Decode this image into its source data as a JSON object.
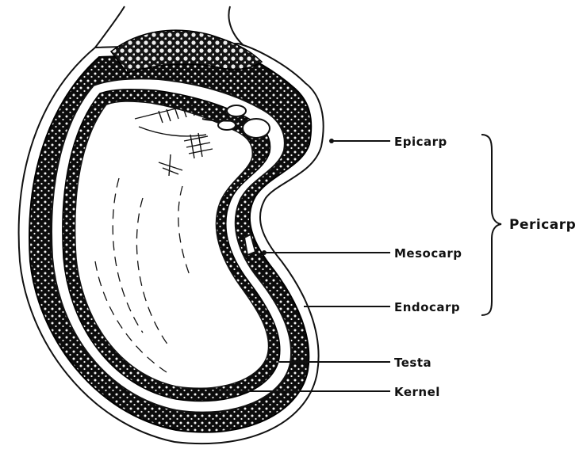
{
  "diagram": {
    "labels": {
      "epicarp": "Epicarp",
      "mesocarp": "Mesocarp",
      "endocarp": "Endocarp",
      "pericarp": "Pericarp",
      "testa": "Testa",
      "kernel": "Kernel"
    }
  },
  "colors": {
    "ink": "#111111",
    "background": "#ffffff"
  }
}
